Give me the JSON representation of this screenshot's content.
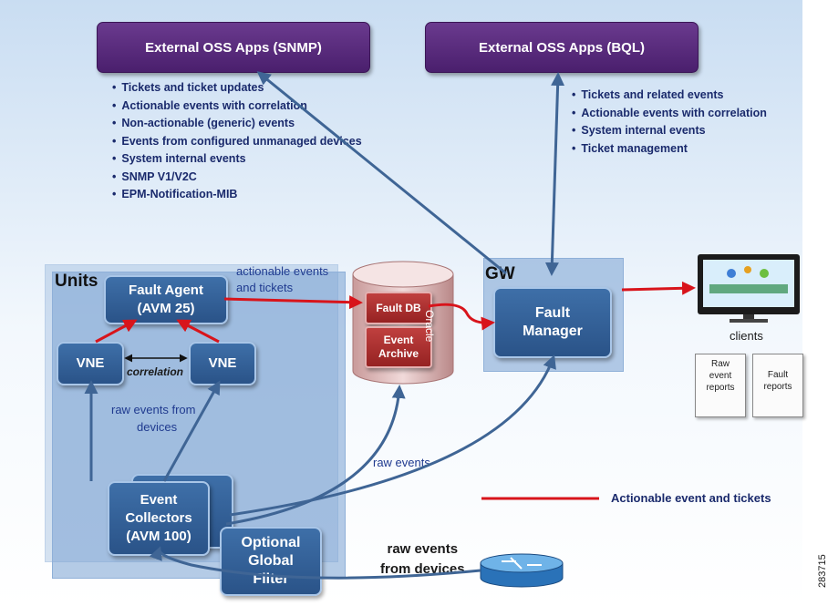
{
  "snmp_box": {
    "label": "External OSS Apps (SNMP)"
  },
  "bql_box": {
    "label": "External OSS Apps (BQL)"
  },
  "snmp_list": [
    "Tickets and ticket updates",
    "Actionable events with correlation",
    "Non-actionable (generic) events",
    "Events from configured unmanaged devices",
    "System internal events",
    "SNMP V1/V2C",
    "EPM-Notification-MIB"
  ],
  "bql_list": [
    "Tickets and related events",
    "Actionable events with correlation",
    "System internal events",
    "Ticket management"
  ],
  "units": {
    "label": "Units",
    "fault_agent": [
      "Fault Agent",
      "(AVM 25)"
    ],
    "vne": "VNE",
    "correlation": "correlation",
    "raw_from_devices": [
      "raw events from",
      "devices"
    ],
    "event_collectors": [
      "Event",
      "Collectors",
      "(AVM 100)"
    ]
  },
  "gw": {
    "label": "GW",
    "fault_manager": [
      "Fault",
      "Manager"
    ]
  },
  "database": {
    "fault_db": "Fault DB",
    "event_archive": [
      "Event",
      "Archive"
    ],
    "vendor": "Oracle"
  },
  "labels": {
    "actionable": [
      "actionable events",
      "and tickets"
    ],
    "raw_events": "raw events",
    "clients": "clients",
    "raw_events_devices": [
      "raw events",
      "from devices"
    ],
    "optional_filter": [
      "Optional",
      "Global",
      "Filter"
    ],
    "legend": "Actionable event and tickets",
    "figure_id": "283715"
  },
  "reports": [
    [
      "Raw",
      "event",
      "reports"
    ],
    [
      "Fault",
      "reports"
    ]
  ],
  "colors": {
    "actionable_arrow": "#d8141b",
    "flow_arrow": "#3f6595",
    "oss_box": "#4a1f6d",
    "node": "#2a5388"
  }
}
